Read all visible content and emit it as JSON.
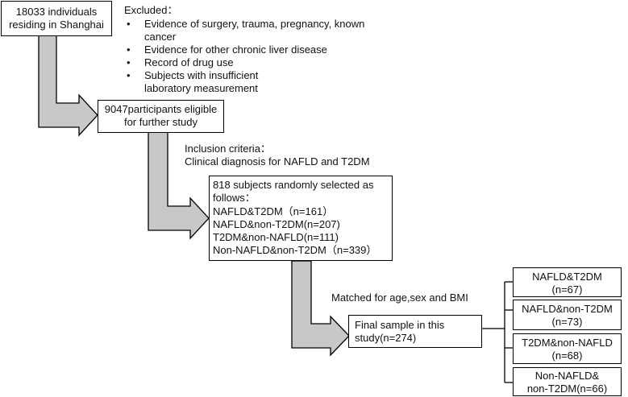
{
  "start_box": {
    "line1": "18033 individuals",
    "line2": "residing in Shanghai"
  },
  "exclusion": {
    "heading": "Excluded：",
    "items": [
      "Evidence of surgery, trauma, pregnancy, known cancer",
      "Evidence for other chronic liver disease",
      "Record of drug use",
      "Subjects with insufficient laboratory measurement"
    ]
  },
  "eligible_box": {
    "line1": "9047participants eligible",
    "line2": "for further study"
  },
  "inclusion": {
    "line1": "Inclusion criteria：",
    "line2": "Clinical diagnosis for NAFLD and T2DM"
  },
  "selected_box": {
    "line1": "818 subjects randomly selected as",
    "line2": "follows：",
    "groups": [
      "NAFLD&T2DM（n=161）",
      "NAFLD&non-T2DM(n=207)",
      "T2DM&non-NAFLD(n=111)",
      "Non-NAFLD&non-T2DM（n=339）"
    ]
  },
  "matched_text": "Matched for age,sex and BMI",
  "final_box": {
    "line1": "Final sample in this",
    "line2": "study(n=274)"
  },
  "final_groups": [
    {
      "line1": "NAFLD&T2DM",
      "line2": "(n=67)"
    },
    {
      "line1": "NAFLD&non-T2DM",
      "line2": "(n=73)"
    },
    {
      "line1": "T2DM&non-NAFLD",
      "line2": "(n=68)"
    },
    {
      "line1": "Non-NAFLD&",
      "line2": "non-T2DM(n=66)"
    }
  ],
  "colors": {
    "arrow_fill": "#c8c8c8",
    "stroke": "#000000"
  }
}
